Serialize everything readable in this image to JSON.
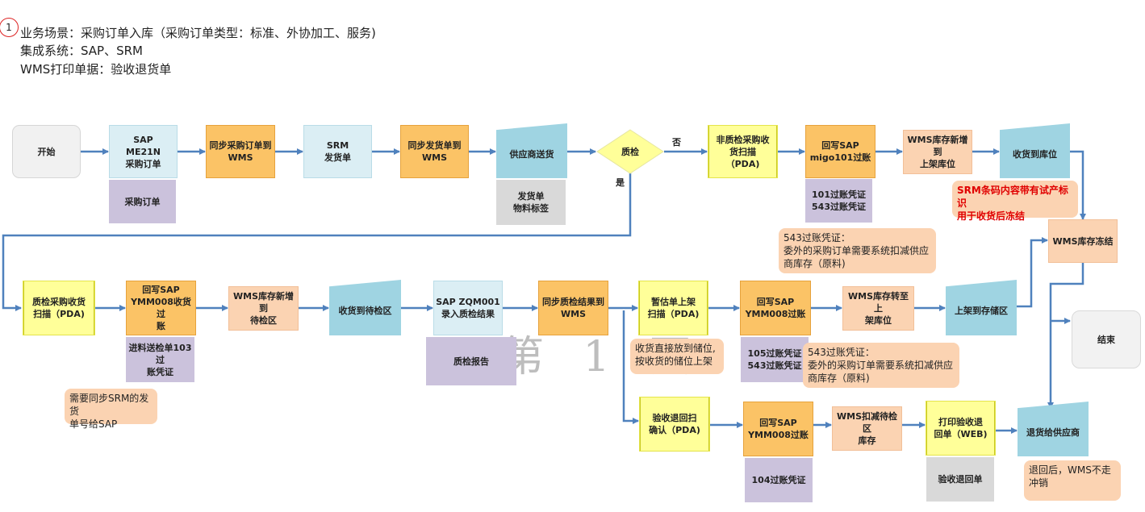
{
  "header": {
    "number": "1",
    "scenario": "业务场景：采购订单入库（采购订单类型：标准、外协加工、服务)",
    "systems": "集成系统：SAP、SRM",
    "wms_print": "WMS打印单据：验收退货单"
  },
  "watermark": "第 1 页",
  "nodes": {
    "start": "开始",
    "sap_me21n": "SAP\nME21N\n采购订单",
    "po_doc": "采购订单",
    "sync_po": "同步采购订单到\nWMS",
    "srm_delivery": "SRM\n发货单",
    "sync_delivery": "同步发货单到\nWMS",
    "supplier_delivery": "供应商送货",
    "delivery_doc": "发货单\n物料标签",
    "qc_decision": "质检",
    "no_label": "否",
    "yes_label": "是",
    "nonqc_scan": "非质检采购收\n货扫描\n（PDA)",
    "writeback_migo": "回写SAP\nmigo101过账",
    "migo_doc": "101过账凭证\n543过账凭证",
    "wms_add_shelf": "WMS库存新增到\n上架库位",
    "receive_to_location": "收货到库位",
    "srm_note": "SRM条码内容带有试产标识\n用于收货后冻结",
    "wms_freeze": "WMS库存冻结",
    "note_543_top": "543过账凭证：\n委外的采购订单需要系统扣减供应\n商库存（原料)",
    "qc_scan": "质检采购收货\n扫描（PDA)",
    "writeback_ymm008": "回写SAP\nYMM008收货过\n账",
    "ymm008_doc": "进料送检单103过\n账凭证",
    "srm_sync_note": "需要同步SRM的发货\n单号给SAP",
    "wms_add_pending": "WMS库存新增到\n待检区",
    "receive_pending": "收货到待检区",
    "sap_zqm001": "SAP  ZQM001\n录入质检结果",
    "qc_report": "质检报告",
    "sync_qc": "同步质检结果到\nWMS",
    "temp_shelf": "暂估单上架\n扫描（PDA)",
    "temp_note": "收货直接放到储位,\n按收货的储位上架",
    "writeback_ymm008_2": "回写SAP\nYMM008过账",
    "ymm008_2_doc": "105过账凭证\n543过账凭证",
    "note_543_mid": "543过账凭证：\n委外的采购订单需要系统扣减供应\n商库存（原料)",
    "wms_transfer": "WMS库存转至上\n架库位",
    "shelf_storage": "上架到存储区",
    "end": "结束",
    "return_scan": "验收退回扫\n确认（PDA)",
    "writeback_ymm008_3": "回写SAP\nYMM008过账",
    "ymm008_3_doc": "104过账凭证",
    "wms_deduct": "WMS扣减待检区\n库存",
    "print_return": "打印验收退\n回单（WEB)",
    "return_doc": "验收退回单",
    "return_supplier": "退货给供应商",
    "return_note": "退回后，WMS不走\n冲销"
  },
  "colors": {
    "arrow": "#4f81bd",
    "light_blue": "#dbeef4",
    "orange": "#fbc366",
    "peach": "#fbd3b2",
    "yellow": "#ffff99",
    "purple": "#cbc2dc",
    "card_blue": "#9fd4e2",
    "red_text": "#e00000"
  }
}
